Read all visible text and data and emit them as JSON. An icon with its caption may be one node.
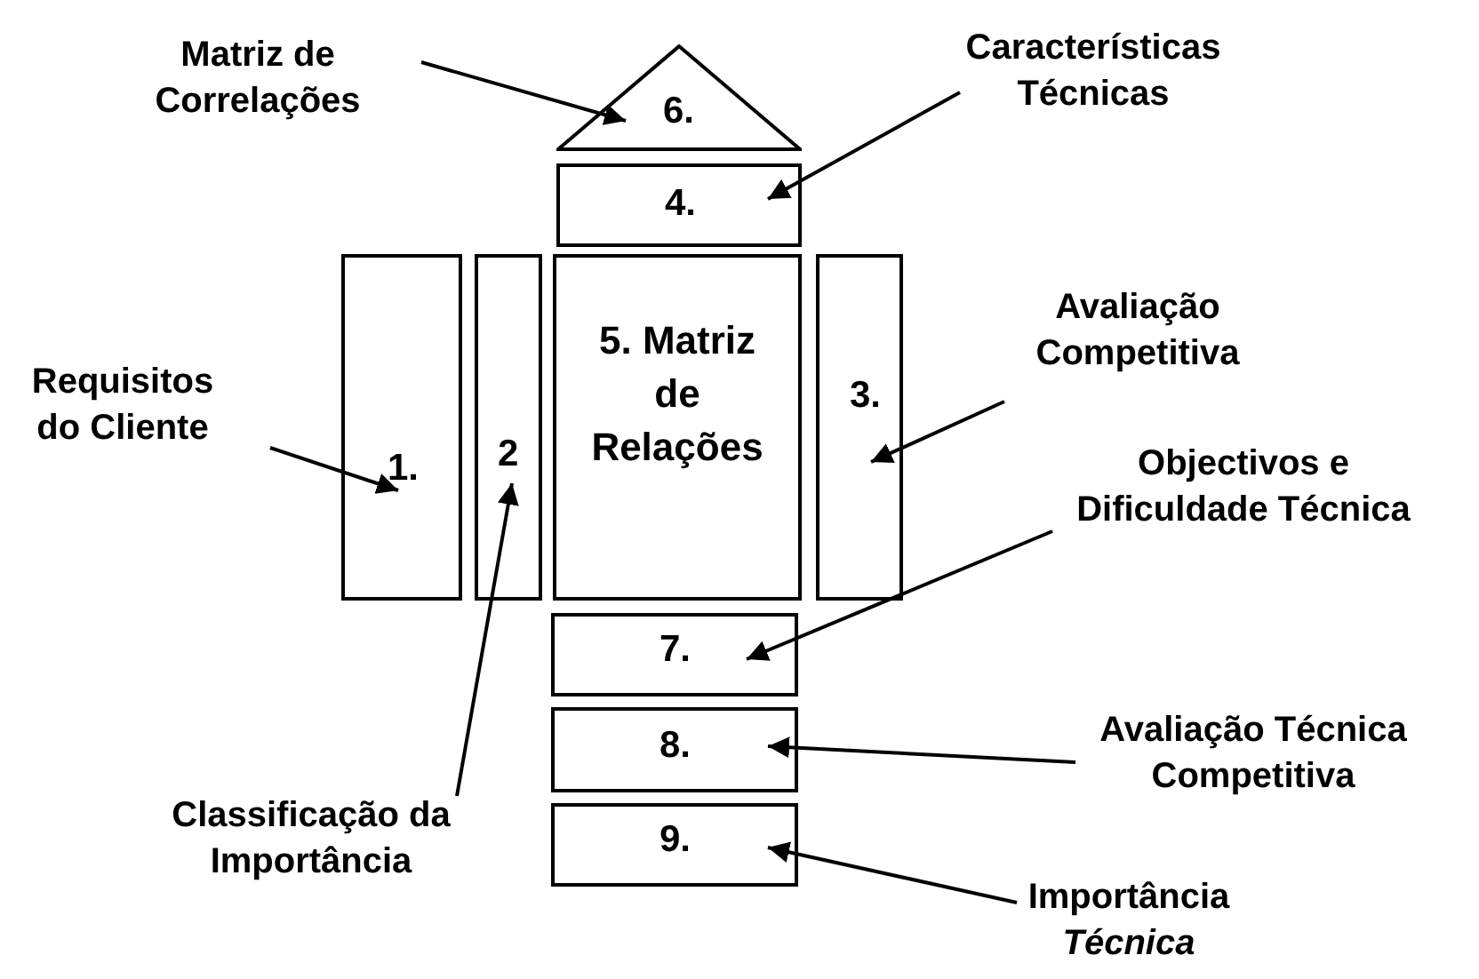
{
  "diagram": {
    "nodes": [
      {
        "text": [
          "6."
        ]
      },
      {
        "text": [
          "4."
        ]
      },
      {
        "text": [
          "1."
        ]
      },
      {
        "text": [
          "2"
        ]
      },
      {
        "text": [
          "5. Matriz de Relações"
        ]
      },
      {
        "text": [
          "3."
        ]
      },
      {
        "text": [
          "7."
        ]
      },
      {
        "text": [
          "8."
        ]
      },
      {
        "text": [
          "9."
        ]
      },
      {
        "text": [
          "Matriz de Correlações"
        ]
      },
      {
        "text": [
          "Características Técnicas"
        ]
      },
      {
        "text": [
          "Requisitos do Cliente"
        ]
      },
      {
        "text": [
          "Avaliação Competitiva"
        ]
      },
      {
        "text": [
          "Objectivos e Dificuldade Técnica"
        ]
      },
      {
        "text": [
          "Classificação da Importância"
        ]
      },
      {
        "text": [
          "Avaliação Técnica Competitiva"
        ]
      },
      {
        "text": [
          "Importância *Técnica*"
        ]
      }
    ],
    "edges": [
      {
        "from": 9,
        "to": 0,
        "arrow": "to"
      },
      {
        "from": 10,
        "to": 1,
        "arrow": "to"
      },
      {
        "from": 11,
        "to": 2,
        "arrow": "to"
      },
      {
        "from": 12,
        "to": 5,
        "arrow": "to"
      },
      {
        "from": 13,
        "to": 6,
        "arrow": "to"
      },
      {
        "from": 14,
        "to": 3,
        "arrow": "to"
      },
      {
        "from": 15,
        "to": 7,
        "arrow": "to"
      },
      {
        "from": 16,
        "to": 8,
        "arrow": "to"
      }
    ]
  }
}
